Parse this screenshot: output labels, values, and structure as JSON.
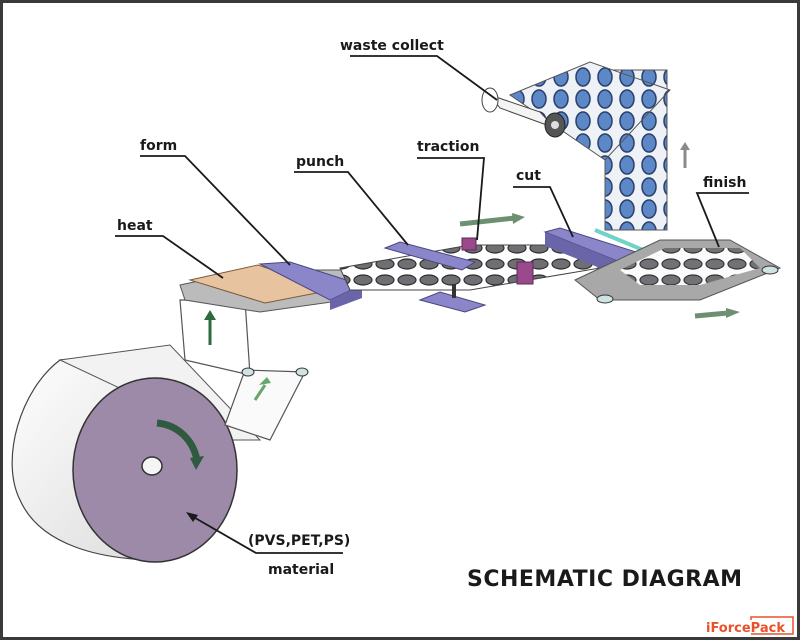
{
  "diagram": {
    "title": "SCHEMATIC DIAGRAM",
    "brand": "iForcePack",
    "labels": {
      "waste_collect": "waste collect",
      "form": "form",
      "punch": "punch",
      "traction": "traction",
      "heat": "heat",
      "cut": "cut",
      "finish": "finish",
      "material_types": "(PVS,PET,PS)",
      "material": "material"
    },
    "stages": [
      "material",
      "heat",
      "form",
      "punch",
      "traction",
      "cut",
      "finish",
      "waste collect"
    ],
    "colors": {
      "roll_face": "#9d89a8",
      "heater": "#e8c3a0",
      "tool": "#8b85c9",
      "traction_block": "#9a4a8a",
      "web_hole": "#5d88c8",
      "arrow": "#3d6b4f",
      "brand": "#e8512a",
      "frame": "#3a3a3a"
    }
  }
}
